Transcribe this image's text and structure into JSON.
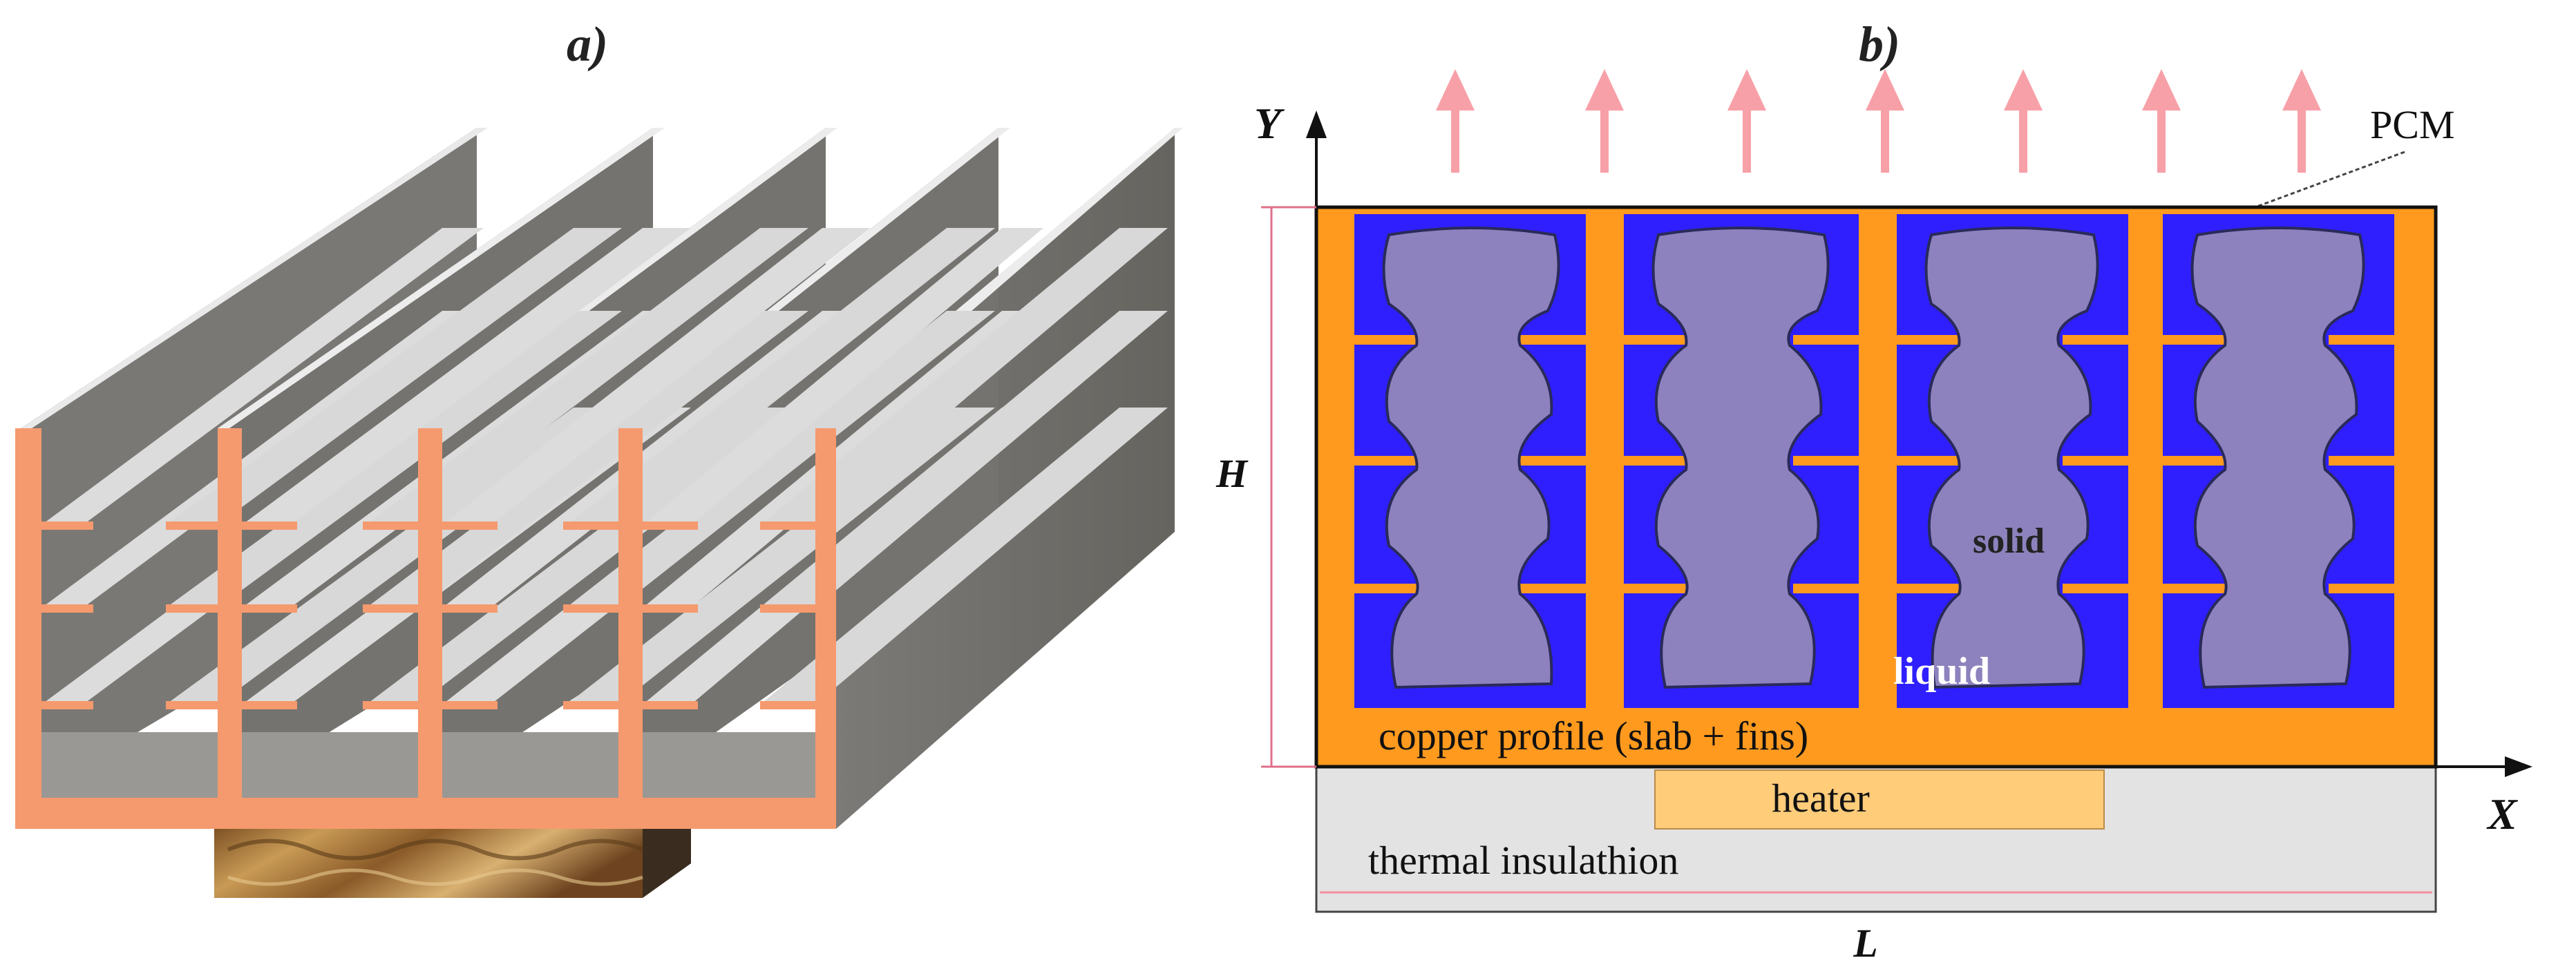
{
  "panels": {
    "a": {
      "label": "a)"
    },
    "b": {
      "label": "b)"
    }
  },
  "axes": {
    "x_label": "X",
    "y_label": "Y"
  },
  "dimensions": {
    "height_label": "H",
    "length_label": "L"
  },
  "labels": {
    "pcm": "PCM",
    "solid": "solid",
    "liquid": "liquid",
    "copper": "copper profile (slab + fins)",
    "heater": "heater",
    "insulation": "thermal insulathion"
  },
  "colors": {
    "copper": "#ff9a1f",
    "copper_3d": "#f59a6e",
    "liquid": "#2f1fff",
    "solid": "#8d82bd",
    "insulation": "#e3e3e3",
    "heater": "#ffcc7a",
    "arrow": "#f7a0a8",
    "fin_gray": "#6f6d6a"
  }
}
